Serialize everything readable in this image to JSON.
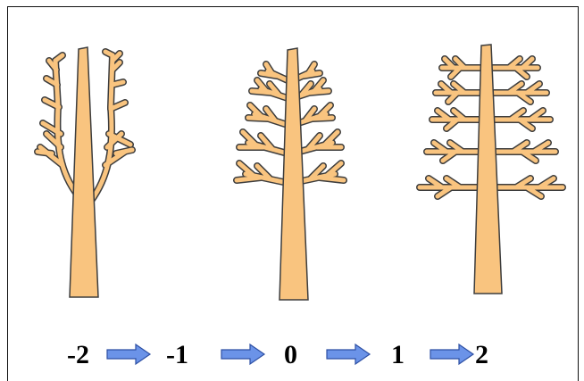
{
  "scale": {
    "labels": [
      "-2",
      "-1",
      "0",
      "1",
      "2"
    ]
  },
  "trees": [
    {
      "id": "tree-1",
      "branch_angle": "upward"
    },
    {
      "id": "tree-2",
      "branch_angle": "slightly upward"
    },
    {
      "id": "tree-3",
      "branch_angle": "horizontal"
    }
  ],
  "colors": {
    "trunk_fill": "#f9c47f",
    "outline": "#3d3d3d",
    "arrow_fill": "#6b93e8",
    "arrow_stroke": "#2d4fa3",
    "frame": "#111111"
  }
}
